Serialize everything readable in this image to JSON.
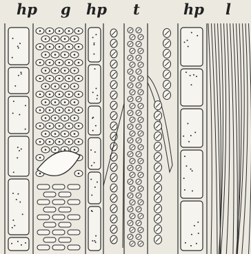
{
  "labels": [
    {
      "id": "hp-1",
      "text": "hp"
    },
    {
      "id": "g",
      "text": "g"
    },
    {
      "id": "hp-2",
      "text": "hp"
    },
    {
      "id": "t",
      "text": "t"
    },
    {
      "id": "hp-3",
      "text": "hp"
    },
    {
      "id": "l",
      "text": "l"
    }
  ],
  "colors": {
    "paper": "#ece9e1",
    "ink": "#2a2a2a",
    "cell_fill": "#f6f4ee"
  }
}
